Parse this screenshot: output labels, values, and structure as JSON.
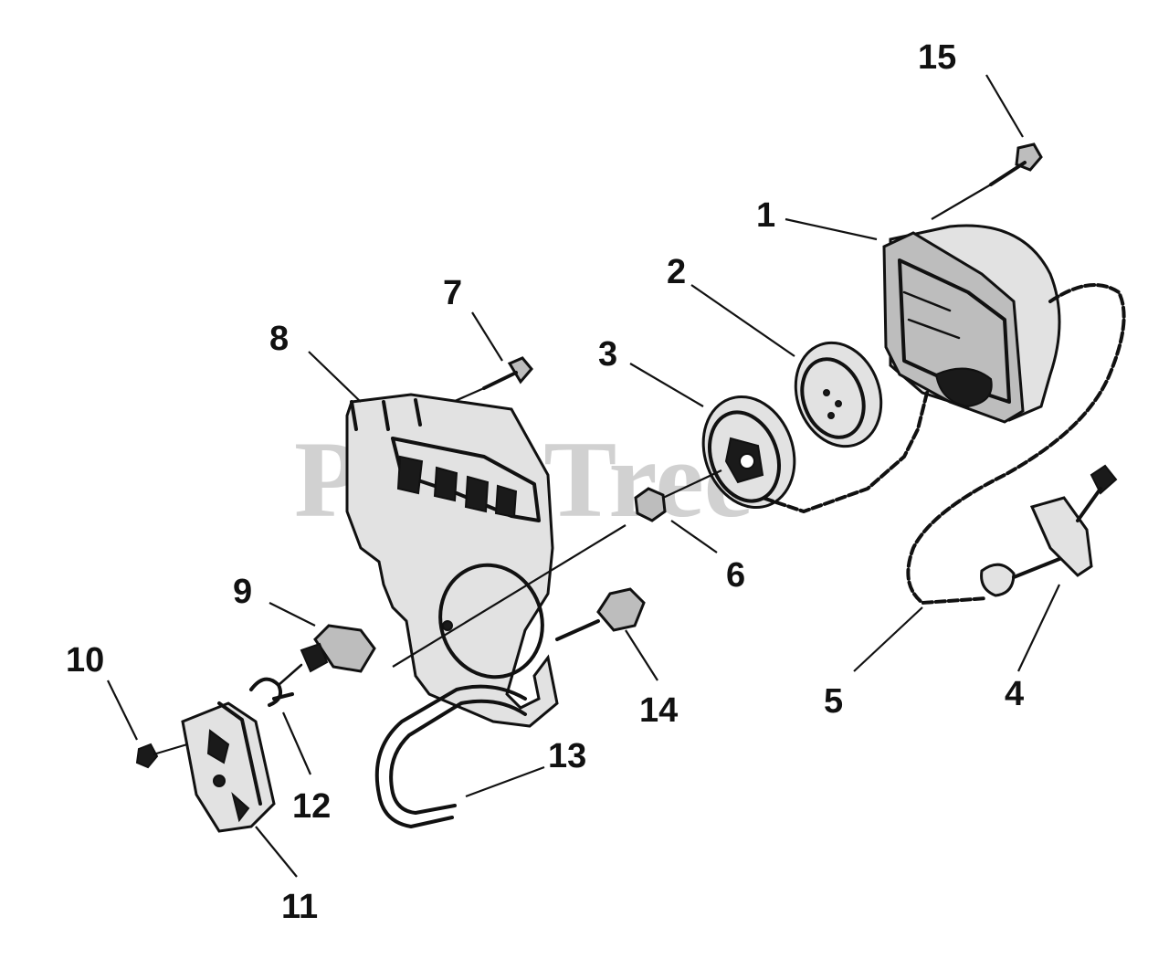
{
  "watermark": "PartsTree",
  "callouts": {
    "c1": "1",
    "c2": "2",
    "c3": "3",
    "c4": "4",
    "c5": "5",
    "c6": "6",
    "c7": "7",
    "c8": "8",
    "c9": "9",
    "c10": "10",
    "c11": "11",
    "c12": "12",
    "c13": "13",
    "c14": "14",
    "c15": "15"
  }
}
